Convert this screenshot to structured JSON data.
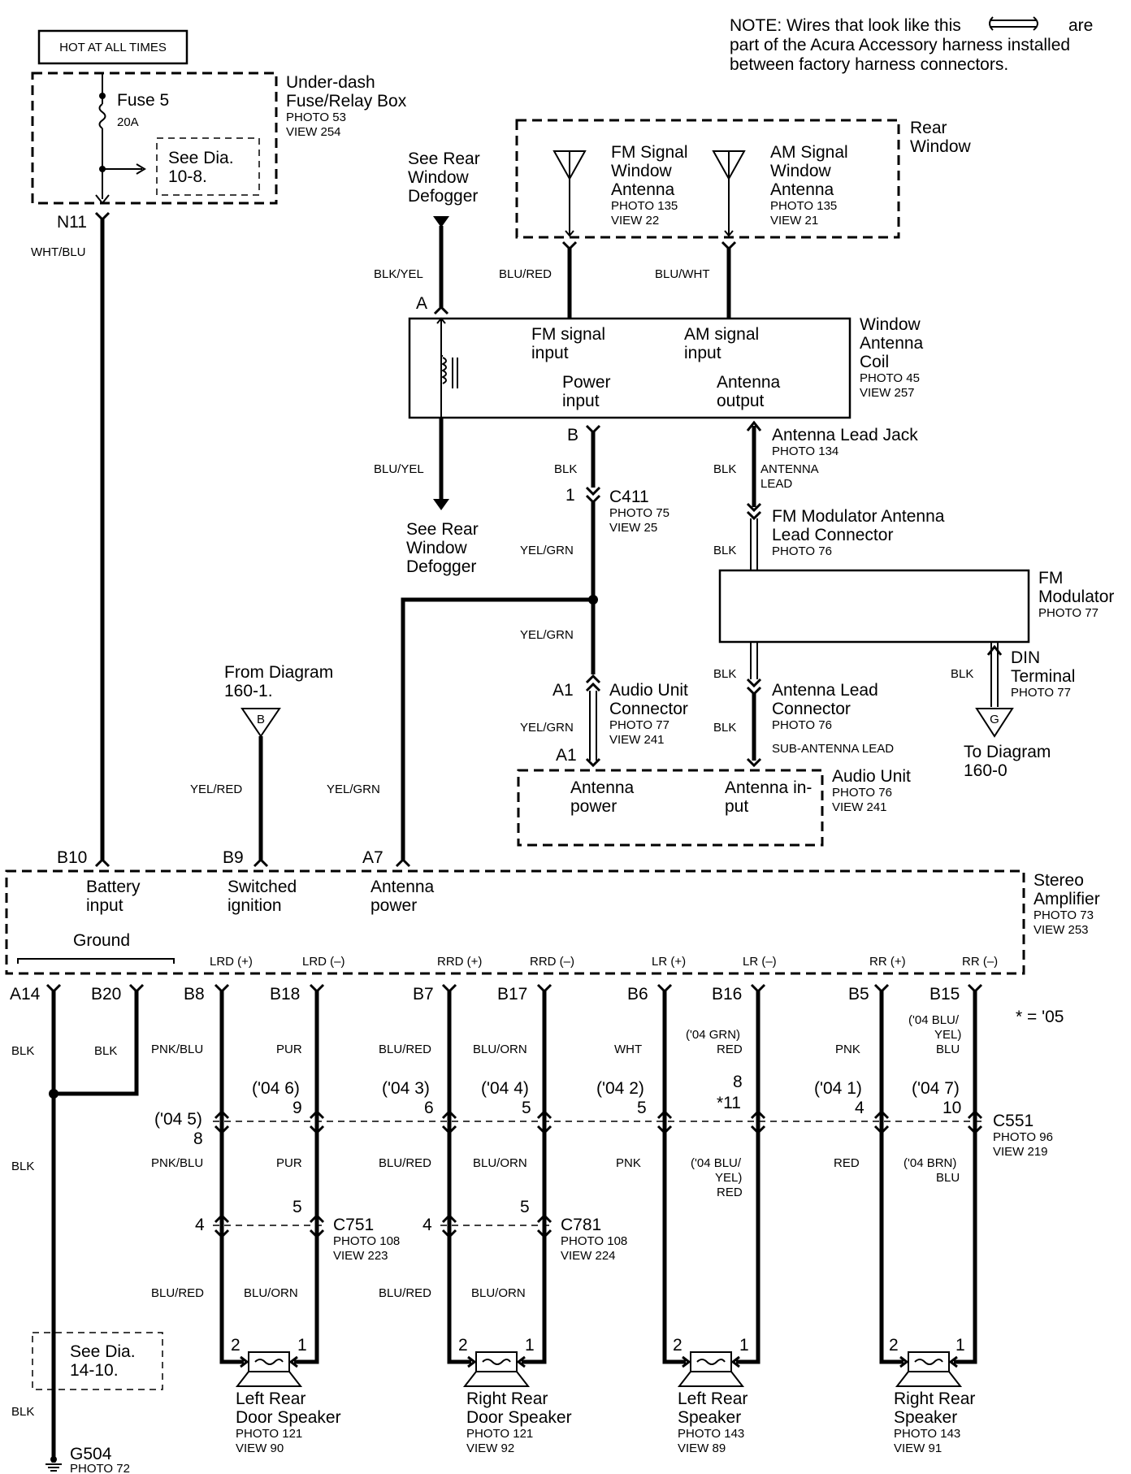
{
  "note": {
    "line1": "NOTE: Wires that look like this",
    "line1b": "are",
    "line2": "part of the Acura Accessory harness installed",
    "line3": "between factory harness connectors."
  },
  "hot_label": "HOT AT ALL TIMES",
  "fusebox": {
    "name1": "Under-dash",
    "name2": "Fuse/Relay Box",
    "photo": "PHOTO 53",
    "view": "VIEW 254",
    "fuse": "Fuse 5",
    "amps": "20A",
    "see1": "See Dia.",
    "see2": "10-8.",
    "pin": "N11",
    "wire": "WHT/BLU"
  },
  "rear_window": {
    "name1": "Rear",
    "name2": "Window",
    "fm": [
      "FM Signal",
      "Window",
      "Antenna",
      "PHOTO 135",
      "VIEW 22"
    ],
    "am": [
      "AM Signal",
      "Window",
      "Antenna",
      "PHOTO 135",
      "VIEW 21"
    ]
  },
  "defogger_top": [
    "See Rear",
    "Window",
    "Defogger"
  ],
  "defogger_bottom": [
    "See Rear",
    "Window",
    "Defogger"
  ],
  "coil": {
    "name": [
      "Window",
      "Antenna",
      "Coil",
      "PHOTO 45",
      "VIEW 257"
    ],
    "fm_in": [
      "FM signal",
      "input"
    ],
    "am_in": [
      "AM signal",
      "input"
    ],
    "power_in": [
      "Power",
      "input"
    ],
    "ant_out": [
      "Antenna",
      "output"
    ],
    "pin_a": "A",
    "pin_b": "B",
    "wire_a": "BLK/YEL",
    "wire_down": "BLU/YEL",
    "wire_fm": "BLU/RED",
    "wire_am": "BLU/WHT"
  },
  "c411": {
    "wire_b": "BLK",
    "pin": "1",
    "name": "C411",
    "photo": "PHOTO 75",
    "view": "VIEW 25",
    "wire_after": "YEL/GRN",
    "wire_below": "YEL/GRN"
  },
  "audio_conn": {
    "pin1": "A1",
    "pin2": "A1",
    "name": [
      "Audio Unit",
      "Connector",
      "PHOTO 77",
      "VIEW 241"
    ],
    "wire": "YEL/GRN"
  },
  "audio_unit": {
    "name": [
      "Audio Unit",
      "PHOTO 76",
      "VIEW 241"
    ],
    "ant_power": [
      "Antenna",
      "power"
    ],
    "ant_input": [
      "Antenna in-",
      "put"
    ]
  },
  "lead_jack": {
    "name": "Antenna Lead Jack",
    "photo": "PHOTO 134",
    "wire": "BLK",
    "lead1": "ANTENNA",
    "lead2": "LEAD"
  },
  "fm_lead_conn": {
    "name1": "FM Modulator Antenna",
    "name2": "Lead Connector",
    "photo": "PHOTO 76",
    "wire": "BLK"
  },
  "fm_mod": {
    "name1": "FM",
    "name2": "Modulator",
    "photo": "PHOTO 77"
  },
  "din": {
    "wire": "BLK",
    "name1": "DIN",
    "name2": "Terminal",
    "photo": "PHOTO 77",
    "g": "G",
    "to1": "To Diagram",
    "to2": "160-0"
  },
  "ant_lead_conn": {
    "wire1": "BLK",
    "wire2": "BLK",
    "name": [
      "Antenna Lead",
      "Connector",
      "PHOTO 76"
    ],
    "sub": "SUB-ANTENNA LEAD"
  },
  "from_diag": {
    "l1": "From Diagram",
    "l2": "160-1.",
    "b": "B",
    "wire": "YEL/RED"
  },
  "ant_power_wire": "YEL/GRN",
  "amp": {
    "name": [
      "Stereo",
      "Amplifier",
      "PHOTO 73",
      "VIEW 253"
    ],
    "b10": "B10",
    "b9": "B9",
    "a7": "A7",
    "battery": [
      "Battery",
      "input"
    ],
    "switched": [
      "Switched",
      "ignition"
    ],
    "antpow": [
      "Antenna",
      "power"
    ],
    "ground": "Ground",
    "lrd_p": "LRD (+)",
    "lrd_m": "LRD (–)",
    "rrd_p": "RRD (+)",
    "rrd_m": "RRD (–)",
    "lr_p": "LR (+)",
    "lr_m": "LR (–)",
    "rr_p": "RR (+)",
    "rr_m": "RR (–)"
  },
  "star_note": "* = '05",
  "ground_side": {
    "a14": "A14",
    "b20": "B20",
    "w1": "BLK",
    "w2": "BLK",
    "w3": "BLK",
    "w4": "BLK",
    "see1": "See Dia.",
    "see2": "14-10.",
    "g": "G504",
    "photo": "PHOTO 72"
  },
  "pins": {
    "b8": "B8",
    "b18": "B18",
    "b7": "B7",
    "b17": "B17",
    "b6": "B6",
    "b16": "B16",
    "b5": "B5",
    "b15": "B15"
  },
  "wires_top": {
    "b8": "PNK/BLU",
    "b18": "PUR",
    "b7": "BLU/RED",
    "b17": "BLU/ORN",
    "b6": "WHT",
    "b16a": "('04 GRN)",
    "b16b": "RED",
    "b5": "PNK",
    "b15a": "('04 BLU/",
    "b15b": "YEL)",
    "b15c": "BLU"
  },
  "c551": {
    "name": "C551",
    "photo": "PHOTO 96",
    "view": "VIEW 219",
    "p_b8a": "('04 5)",
    "p_b8b": "8",
    "p_b18a": "('04 6)",
    "p_b18b": "9",
    "p_b7a": "('04 3)",
    "p_b7b": "6",
    "p_b17a": "('04 4)",
    "p_b17b": "5",
    "p_b6a": "('04 2)",
    "p_b6b": "5",
    "p_b16a": "8",
    "p_b16b": "*11",
    "p_b5a": "('04 1)",
    "p_b5b": "4",
    "p_b15a": "('04 7)",
    "p_b15b": "10"
  },
  "wires_mid": {
    "b8": "PNK/BLU",
    "b18": "PUR",
    "b7": "BLU/RED",
    "b17": "BLU/ORN",
    "b6": "PNK",
    "b16a": "('04 BLU/",
    "b16b": "YEL)",
    "b16c": "RED",
    "b5": "RED",
    "b15a": "('04 BRN)",
    "b15b": "BLU"
  },
  "c751": {
    "p4": "4",
    "p5": "5",
    "name": "C751",
    "photo": "PHOTO 108",
    "view": "VIEW 223"
  },
  "c781": {
    "p4": "4",
    "p5": "5",
    "name": "C781",
    "photo": "PHOTO 108",
    "view": "VIEW 224"
  },
  "wires_low": {
    "lrd1": "BLU/RED",
    "lrd2": "BLU/ORN",
    "rrd1": "BLU/RED",
    "rrd2": "BLU/ORN"
  },
  "speakers": [
    {
      "n1": "Left Rear",
      "n2": "Door Speaker",
      "photo": "PHOTO 121",
      "view": "VIEW 90",
      "t2": "2",
      "t1": "1"
    },
    {
      "n1": "Right Rear",
      "n2": "Door Speaker",
      "photo": "PHOTO 121",
      "view": "VIEW 92",
      "t2": "2",
      "t1": "1"
    },
    {
      "n1": "Left Rear",
      "n2": "Speaker",
      "photo": "PHOTO 143",
      "view": "VIEW 89",
      "t2": "2",
      "t1": "1"
    },
    {
      "n1": "Right Rear",
      "n2": "Speaker",
      "photo": "PHOTO 143",
      "view": "VIEW 91",
      "t2": "2",
      "t1": "1"
    }
  ]
}
